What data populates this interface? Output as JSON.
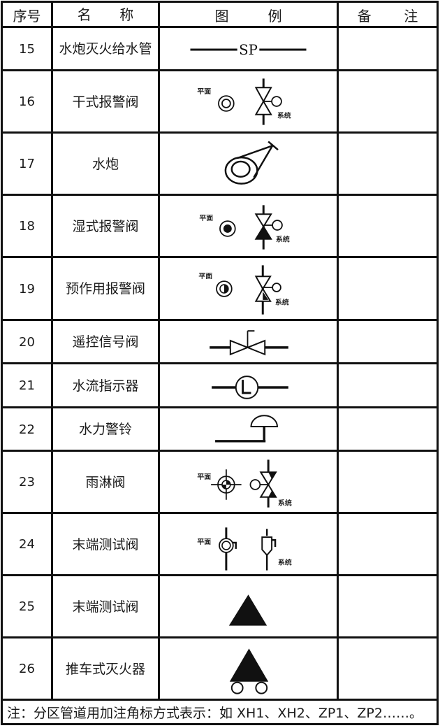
{
  "table": {
    "headers": {
      "no": "序号",
      "name_a": "名",
      "name_b": "称",
      "symbol_a": "图",
      "symbol_b": "例",
      "remark_a": "备",
      "remark_b": "注"
    },
    "symbol_labels": {
      "plan": "平面",
      "system": "系统",
      "sp": "SP"
    },
    "rows": [
      {
        "no": "15",
        "name": "水炮灭火给水管",
        "symbol": "sp-pipe-line",
        "remark": ""
      },
      {
        "no": "16",
        "name": "干式报警阀",
        "symbol": "dry-alarm-valve",
        "remark": ""
      },
      {
        "no": "17",
        "name": "水炮",
        "symbol": "water-cannon",
        "remark": ""
      },
      {
        "no": "18",
        "name": "湿式报警阀",
        "symbol": "wet-alarm-valve",
        "remark": ""
      },
      {
        "no": "19",
        "name": "预作用报警阀",
        "symbol": "preaction-alarm-valve",
        "remark": ""
      },
      {
        "no": "20",
        "name": "遥控信号阀",
        "symbol": "remote-signal-valve",
        "remark": ""
      },
      {
        "no": "21",
        "name": "水流指示器",
        "symbol": "water-flow-indicator",
        "remark": ""
      },
      {
        "no": "22",
        "name": "水力警铃",
        "symbol": "water-motor-alarm-bell",
        "remark": ""
      },
      {
        "no": "23",
        "name": "雨淋阀",
        "symbol": "deluge-valve",
        "remark": ""
      },
      {
        "no": "24",
        "name": "末端测试阀",
        "symbol": "end-test-valve",
        "remark": ""
      },
      {
        "no": "25",
        "name": "末端测试阀",
        "symbol": "solid-triangle",
        "remark": ""
      },
      {
        "no": "26",
        "name": "推车式灭火器",
        "symbol": "wheeled-extinguisher",
        "remark": ""
      }
    ]
  },
  "footnote": "注：分区管道用加注角标方式表示：如 XH1、XH2、ZP1、ZP2……。"
}
